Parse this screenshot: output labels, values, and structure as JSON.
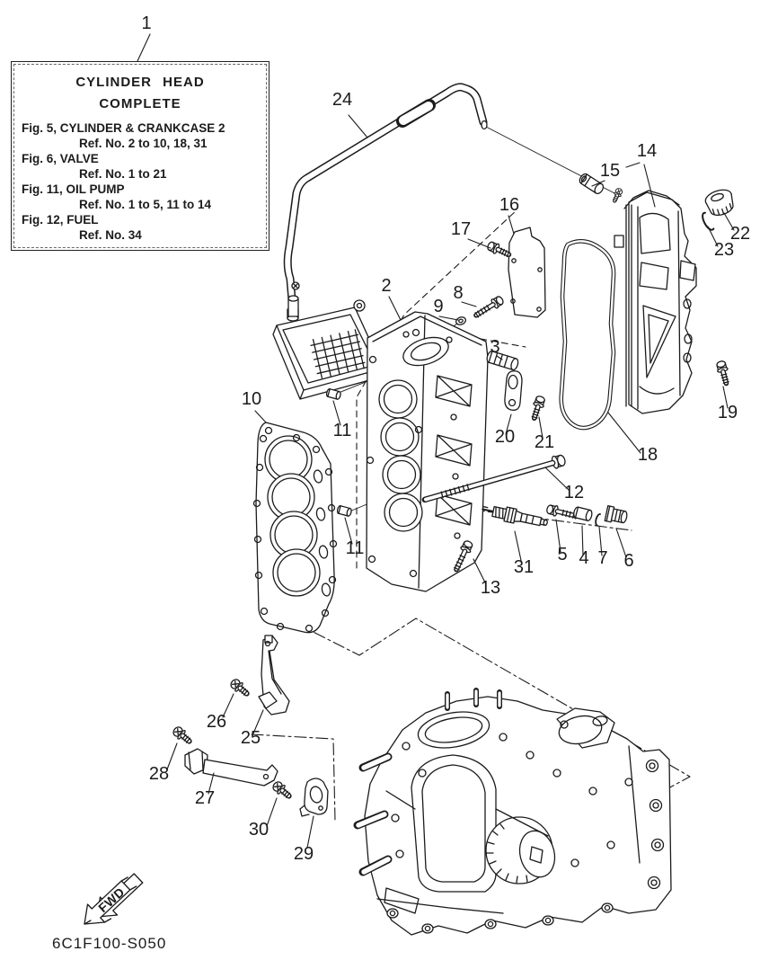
{
  "diagram": {
    "info_box": {
      "title_line1": "CYLINDER HEAD",
      "title_line2": "COMPLETE",
      "entries": [
        {
          "fig": "Fig. 5, CYLINDER & CRANKCASE 2",
          "ref": "Ref. No. 2 to 10, 18, 31"
        },
        {
          "fig": "Fig. 6, VALVE",
          "ref": "Ref. No. 1 to 21"
        },
        {
          "fig": "Fig. 11, OIL PUMP",
          "ref": "Ref. No. 1 to 5, 11 to 14"
        },
        {
          "fig": "Fig. 12, FUEL",
          "ref": "Ref. No. 34"
        }
      ]
    },
    "callouts": {
      "c1": "1",
      "c2": "2",
      "c3": "3",
      "c4": "4",
      "c5": "5",
      "c6": "6",
      "c7": "7",
      "c8": "8",
      "c9": "9",
      "c10": "10",
      "c11a": "11",
      "c11b": "11",
      "c12": "12",
      "c13": "13",
      "c14": "14",
      "c15": "15",
      "c16": "16",
      "c17": "17",
      "c18": "18",
      "c19": "19",
      "c20": "20",
      "c21": "21",
      "c22": "22",
      "c23": "23",
      "c24": "24",
      "c25": "25",
      "c26": "26",
      "c27": "27",
      "c28": "28",
      "c29": "29",
      "c30": "30",
      "c31": "31"
    },
    "fwd_label": "FWD",
    "drawing_code": "6C1F100-S050",
    "colors": {
      "line": "#1b1b1b",
      "background": "#ffffff"
    }
  }
}
